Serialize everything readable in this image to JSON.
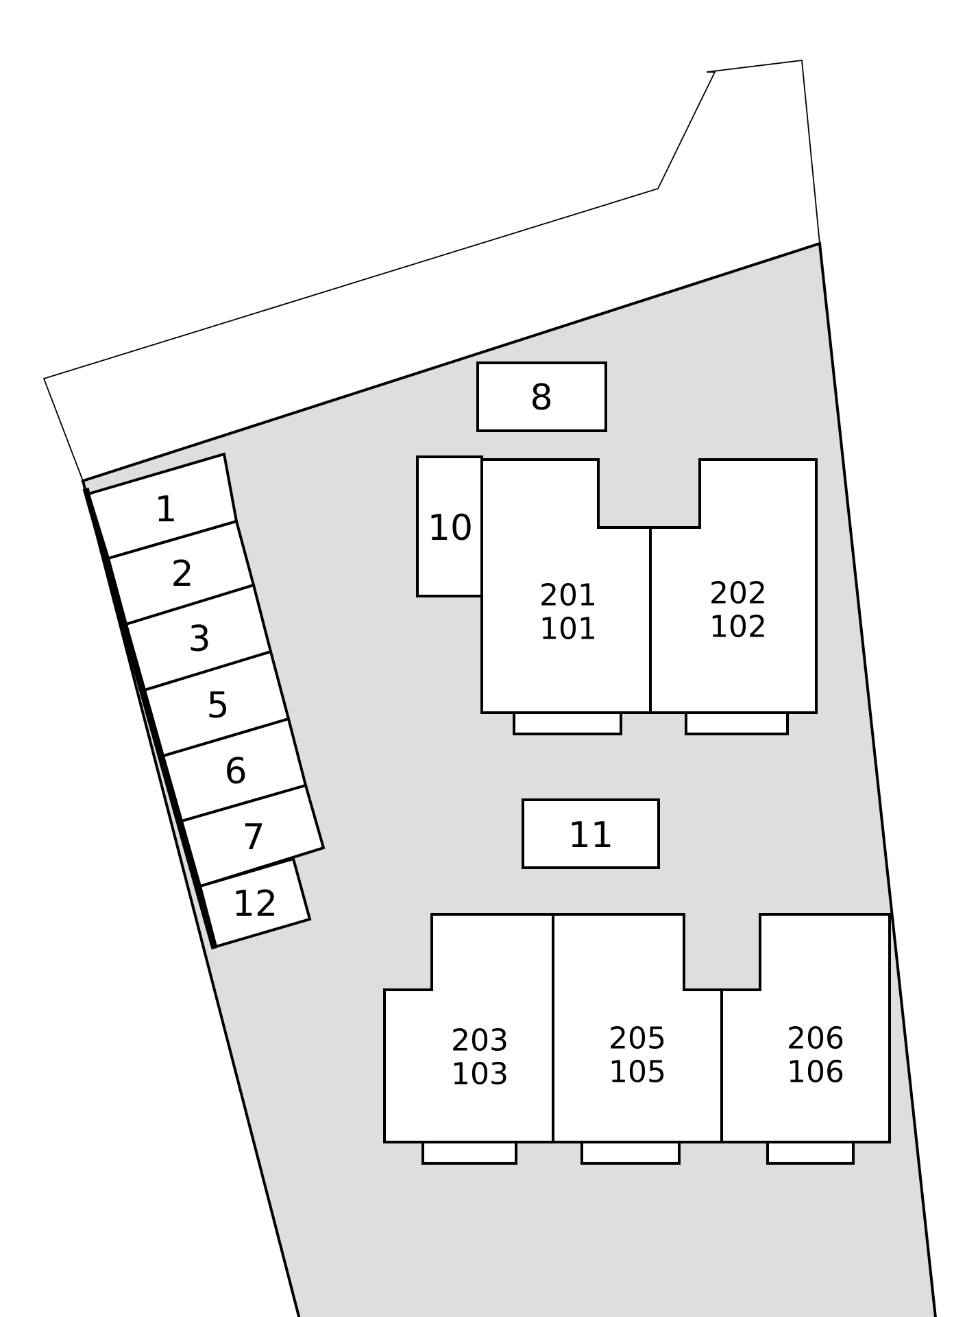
{
  "parking_spaces": [
    {
      "id": "space-1",
      "label": "1"
    },
    {
      "id": "space-2",
      "label": "2"
    },
    {
      "id": "space-3",
      "label": "3"
    },
    {
      "id": "space-5",
      "label": "5"
    },
    {
      "id": "space-6",
      "label": "6"
    },
    {
      "id": "space-7",
      "label": "7"
    },
    {
      "id": "space-12",
      "label": "12"
    },
    {
      "id": "space-8",
      "label": "8"
    },
    {
      "id": "space-10",
      "label": "10"
    },
    {
      "id": "space-11",
      "label": "11"
    }
  ],
  "units": [
    {
      "id": "unit-201-101",
      "upper": "201",
      "lower": "101"
    },
    {
      "id": "unit-202-102",
      "upper": "202",
      "lower": "102"
    },
    {
      "id": "unit-203-103",
      "upper": "203",
      "lower": "103"
    },
    {
      "id": "unit-205-105",
      "upper": "205",
      "lower": "105"
    },
    {
      "id": "unit-206-106",
      "upper": "206",
      "lower": "106"
    }
  ],
  "colors": {
    "lot_fill": "#dedede",
    "outline": "#000000",
    "background": "#ffffff"
  }
}
